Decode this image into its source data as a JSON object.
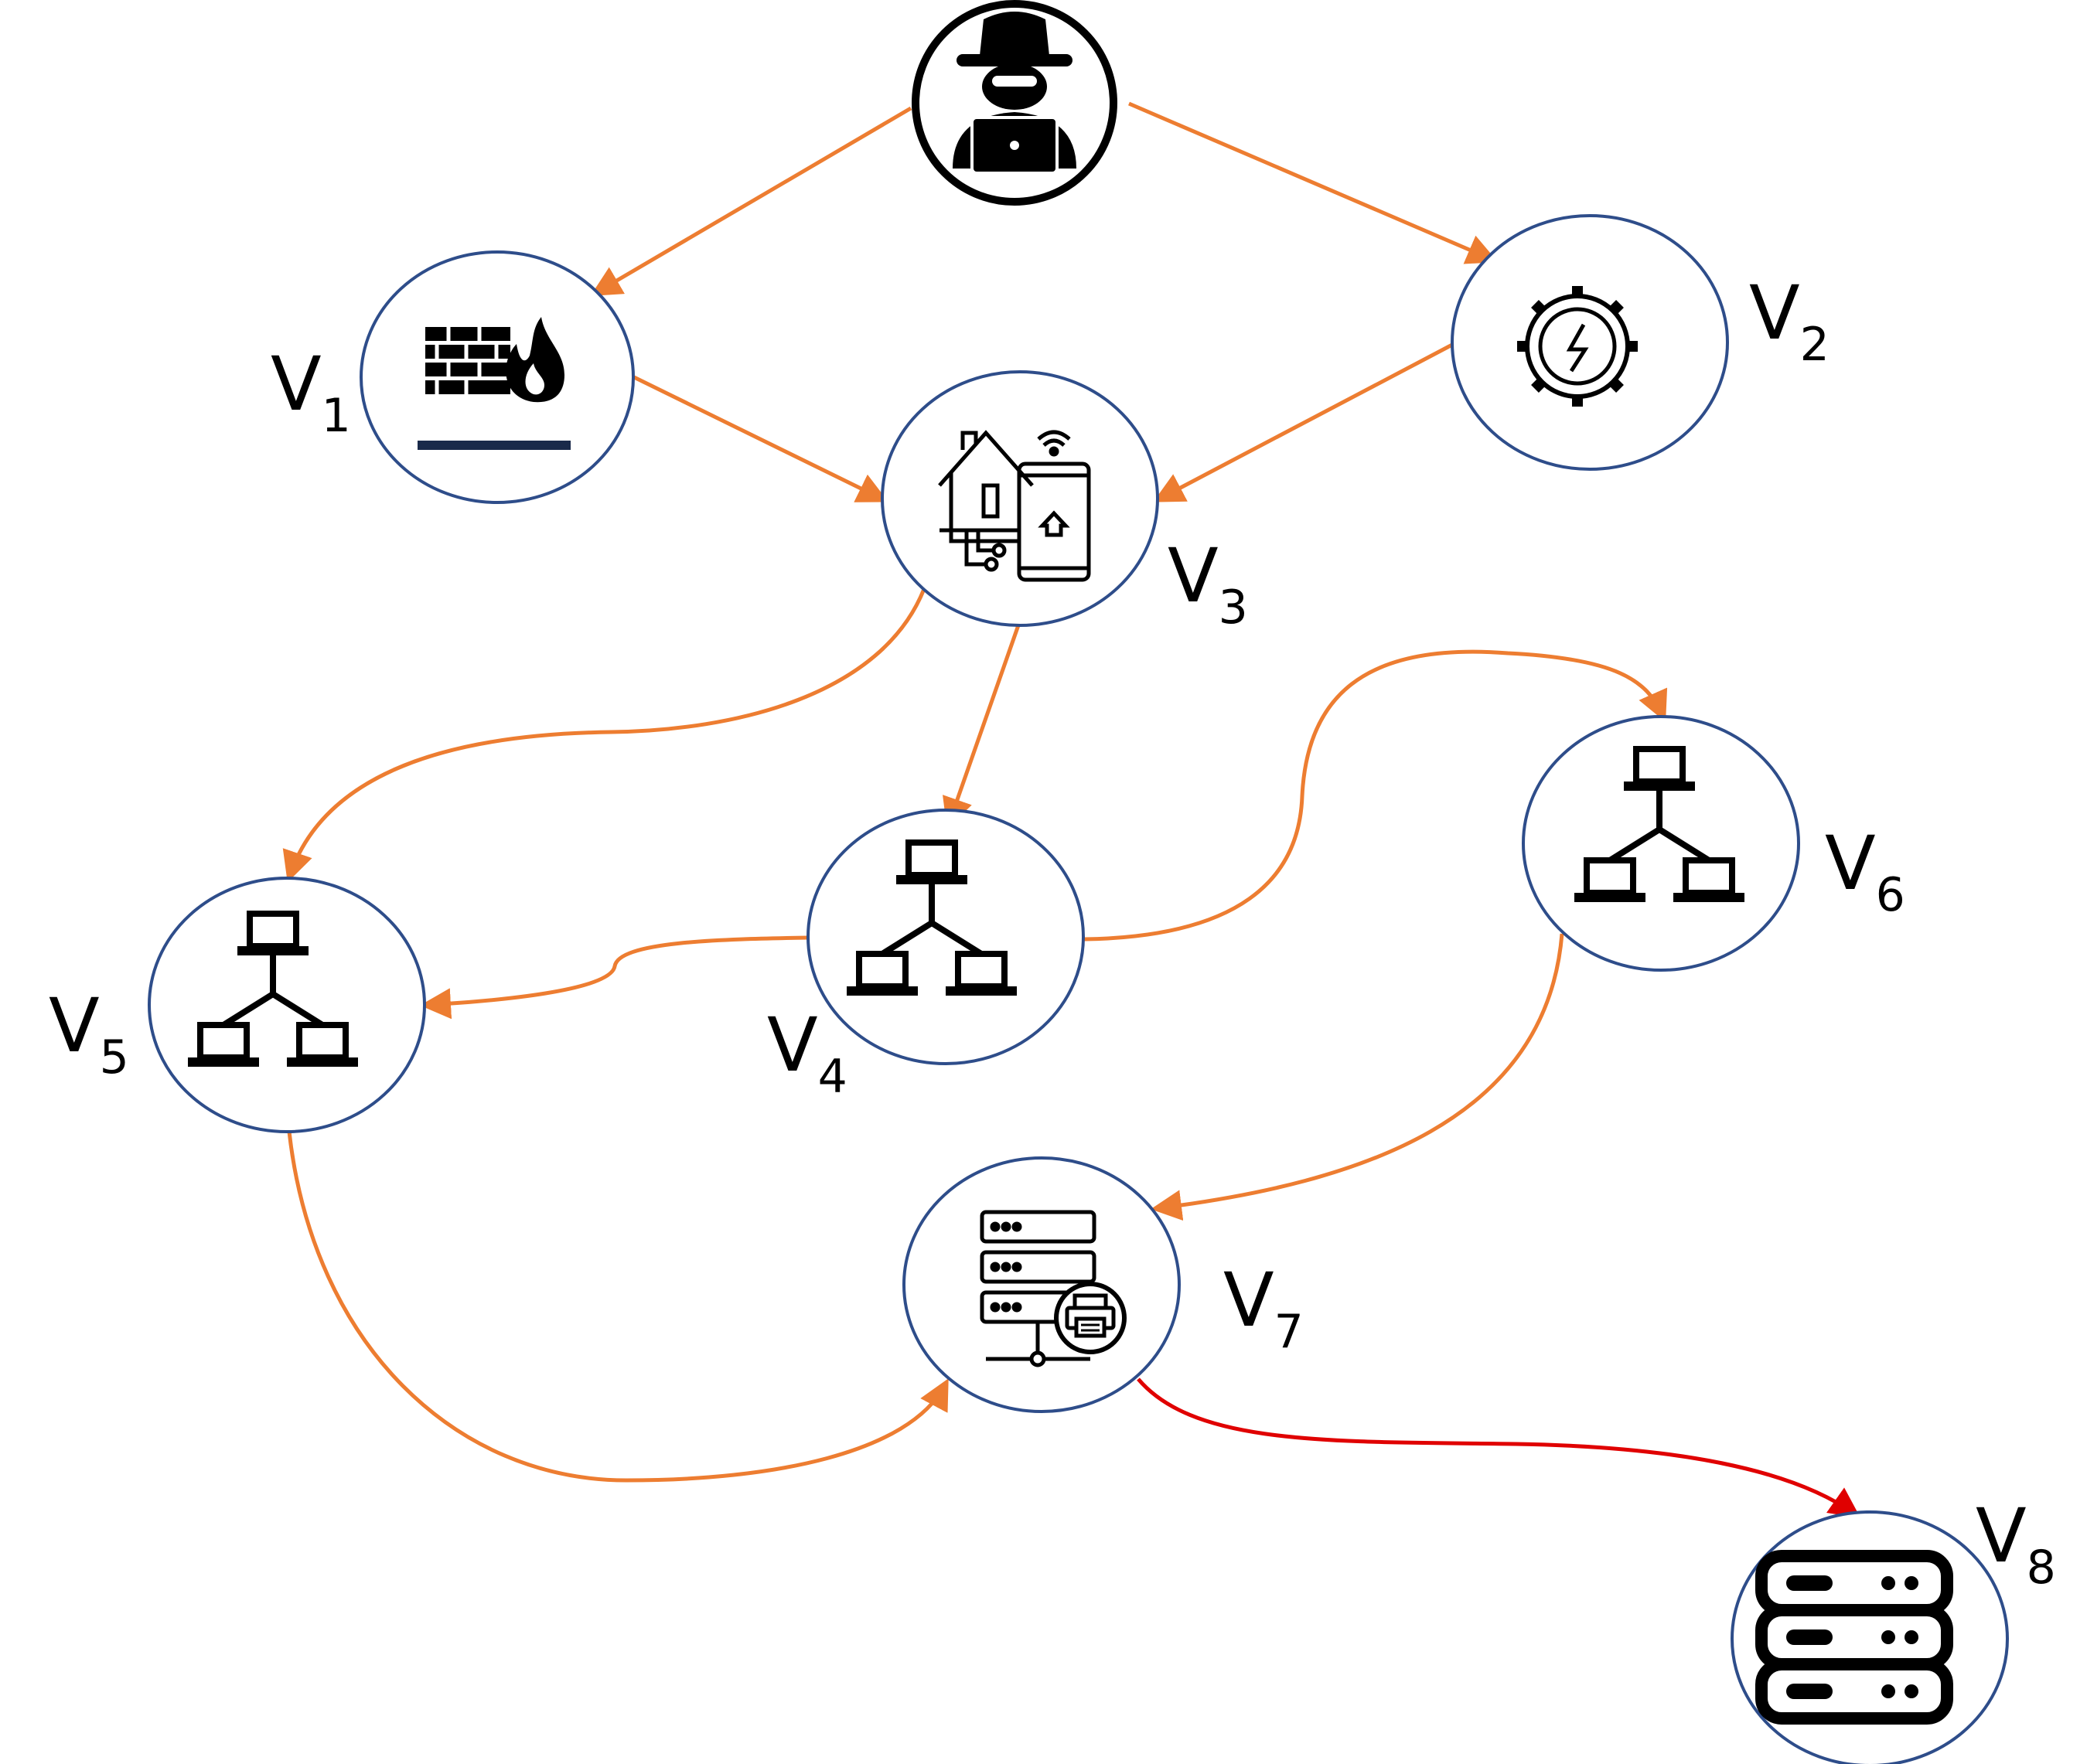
{
  "colors": {
    "normal_edge": "#ED7D31",
    "critical_edge": "#E00000",
    "node_border": "#2E4D8A",
    "attacker_border": "#000000"
  },
  "nodes": [
    {
      "id": "attacker",
      "icon": "hacker-icon"
    },
    {
      "id": "v1",
      "letter": "V",
      "sub": "1",
      "icon": "firewall-icon"
    },
    {
      "id": "v2",
      "letter": "V",
      "sub": "2",
      "icon": "gear-power-icon"
    },
    {
      "id": "v3",
      "letter": "V",
      "sub": "3",
      "icon": "smart-home-icon"
    },
    {
      "id": "v4",
      "letter": "V",
      "sub": "4",
      "icon": "network-icon"
    },
    {
      "id": "v5",
      "letter": "V",
      "sub": "5",
      "icon": "network-icon"
    },
    {
      "id": "v6",
      "letter": "V",
      "sub": "6",
      "icon": "network-icon"
    },
    {
      "id": "v7",
      "letter": "V",
      "sub": "7",
      "icon": "print-server-icon"
    },
    {
      "id": "v8",
      "letter": "V",
      "sub": "8",
      "icon": "database-server-icon"
    }
  ],
  "edges": [
    {
      "from": "attacker",
      "to": "v1",
      "style": "normal"
    },
    {
      "from": "attacker",
      "to": "v2",
      "style": "normal"
    },
    {
      "from": "v1",
      "to": "v3",
      "style": "normal"
    },
    {
      "from": "v2",
      "to": "v3",
      "style": "normal"
    },
    {
      "from": "v3",
      "to": "v4",
      "style": "normal"
    },
    {
      "from": "v3",
      "to": "v5",
      "style": "normal"
    },
    {
      "from": "v4",
      "to": "v5",
      "style": "normal"
    },
    {
      "from": "v4",
      "to": "v6",
      "style": "normal"
    },
    {
      "from": "v6",
      "to": "v7",
      "style": "normal"
    },
    {
      "from": "v5",
      "to": "v7",
      "style": "normal"
    },
    {
      "from": "v7",
      "to": "v8",
      "style": "critical"
    }
  ]
}
